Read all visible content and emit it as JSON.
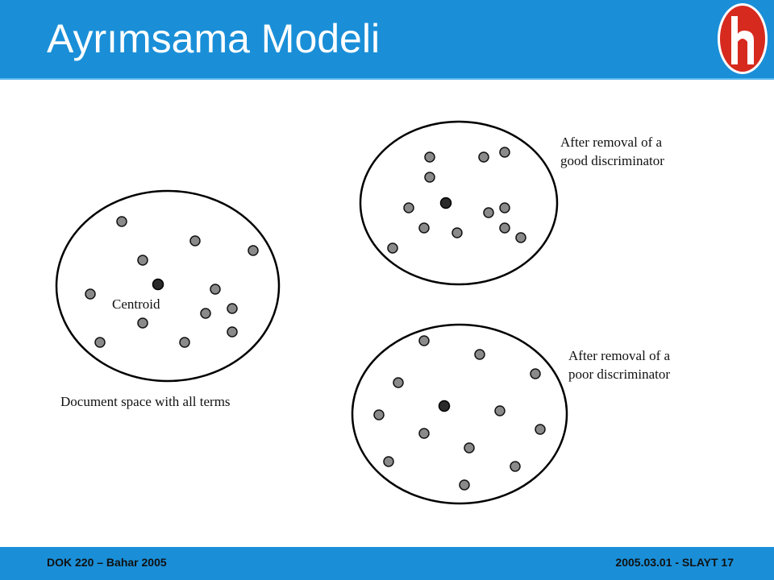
{
  "slide": {
    "title": "Ayrımsama Modeli"
  },
  "logo": {
    "icon": "hacettepe-h-logo",
    "colors": {
      "fill": "#d72a1f",
      "ring": "#ffffff"
    }
  },
  "diagram": {
    "panel_main": {
      "centroid_label": "Centroid",
      "caption": "Document space with all terms"
    },
    "panel_good": {
      "caption_line1": "After removal of a",
      "caption_line2": "good discriminator"
    },
    "panel_poor": {
      "caption_line1": "After removal of a",
      "caption_line2": "poor discriminator"
    },
    "colors": {
      "document_dot": "#8a8a8a",
      "centroid_dot": "#2a2a2a",
      "outline": "#000000"
    }
  },
  "footer": {
    "left": "DOK 220 – Bahar 2005",
    "right": "2005.03.01 - SLAYT 17"
  },
  "colors": {
    "header_bg": "#1a8fd8",
    "title_text": "#ffffff"
  }
}
